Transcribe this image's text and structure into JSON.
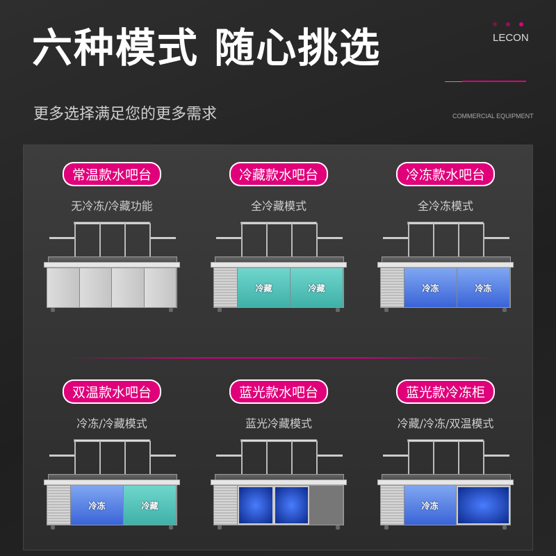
{
  "header": {
    "title": "六种模式 随心挑选",
    "subtitle": "更多选择满足您的更多需求",
    "brand": "LECON",
    "tagline": "COMMERCIAL EQUIPMENT",
    "accent": "#e0007a"
  },
  "products": [
    {
      "name": "常温款水吧台",
      "desc": "无冷冻/冷藏功能",
      "doors": [
        {
          "style": "steel",
          "label": ""
        },
        {
          "style": "steel",
          "label": ""
        },
        {
          "style": "steel",
          "label": ""
        },
        {
          "style": "steel",
          "label": ""
        }
      ],
      "cabinet": false
    },
    {
      "name": "冷藏款水吧台",
      "desc": "全冷藏模式",
      "doors": [
        {
          "style": "teal",
          "label": "冷藏"
        },
        {
          "style": "teal",
          "label": "冷藏"
        }
      ],
      "cabinet": true
    },
    {
      "name": "冷冻款水吧台",
      "desc": "全冷冻模式",
      "doors": [
        {
          "style": "blue",
          "label": "冷冻"
        },
        {
          "style": "blue",
          "label": "冷冻"
        }
      ],
      "cabinet": true
    },
    {
      "name": "双温款水吧台",
      "desc": "冷冻/冷藏模式",
      "doors": [
        {
          "style": "blue",
          "label": "冷冻"
        },
        {
          "style": "teal",
          "label": "冷藏"
        }
      ],
      "cabinet": true
    },
    {
      "name": "蓝光款水吧台",
      "desc": "蓝光冷藏模式",
      "doors": [
        {
          "style": "glass",
          "label": ""
        },
        {
          "style": "glass",
          "label": ""
        },
        {
          "style": "open",
          "label": ""
        }
      ],
      "cabinet": true
    },
    {
      "name": "蓝光款冷冻柜",
      "desc": "冷藏/冷冻/双温模式",
      "doors": [
        {
          "style": "blue",
          "label": "冷冻"
        },
        {
          "style": "glass",
          "label": ""
        }
      ],
      "cabinet": true
    }
  ]
}
